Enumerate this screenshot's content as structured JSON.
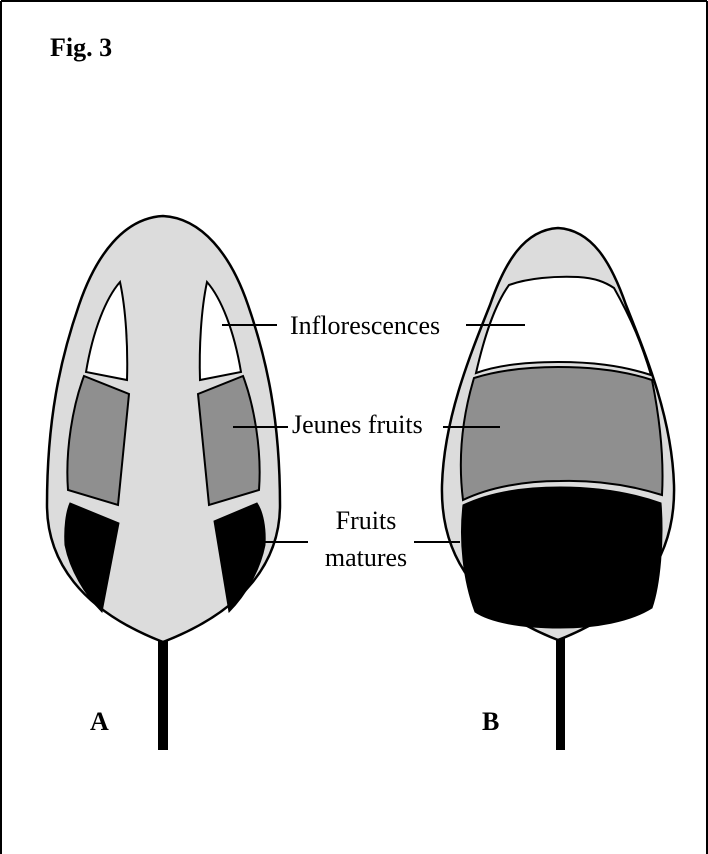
{
  "figure": {
    "title": "Fig. 3",
    "labels": {
      "inflorescences": "Inflorescences",
      "young_fruits": "Jeunes fruits",
      "mature_fruits_line1": "Fruits",
      "mature_fruits_line2": "matures"
    },
    "panels": [
      {
        "letter": "A"
      },
      {
        "letter": "B"
      }
    ],
    "colors": {
      "canopy": "#dcdcdc",
      "inflorescences": "#ffffff",
      "young_fruits": "#8f8f8f",
      "mature_fruits": "#000000",
      "trunk": "#000000",
      "outline": "#000000",
      "frame": "#000000"
    }
  }
}
